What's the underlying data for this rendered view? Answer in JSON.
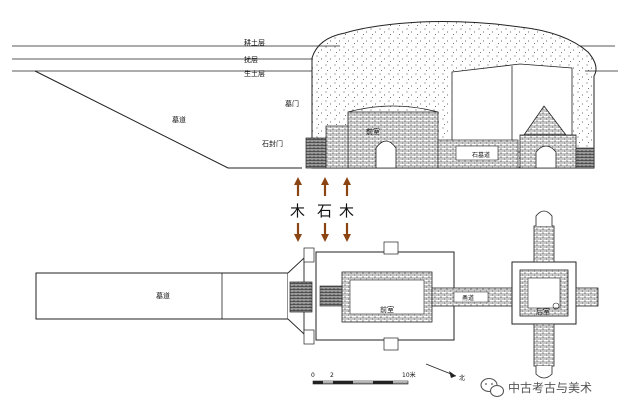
{
  "section_labels": {
    "layer_cultivated": "耕土层",
    "layer_disturbed": "扰层",
    "layer_raw_soil": "生土层",
    "passage": "墓道",
    "tomb_mouth": "墓门",
    "stone_door": "石封门",
    "front_chamber": "前室",
    "side_note": "石墓道"
  },
  "plan_labels": {
    "passage": "墓道",
    "front_chamber": "前室",
    "rear_chamber": "后室",
    "corridor_note": "甬道"
  },
  "material_labels": [
    "木",
    "石",
    "木"
  ],
  "scale_bar": {
    "ticks": [
      "0",
      "2",
      "10米"
    ]
  },
  "north_label": "北",
  "watermark": "中古考古与美术",
  "colors": {
    "arrow": "#8B4513",
    "ink": "#111111",
    "watermark": "#555555"
  }
}
